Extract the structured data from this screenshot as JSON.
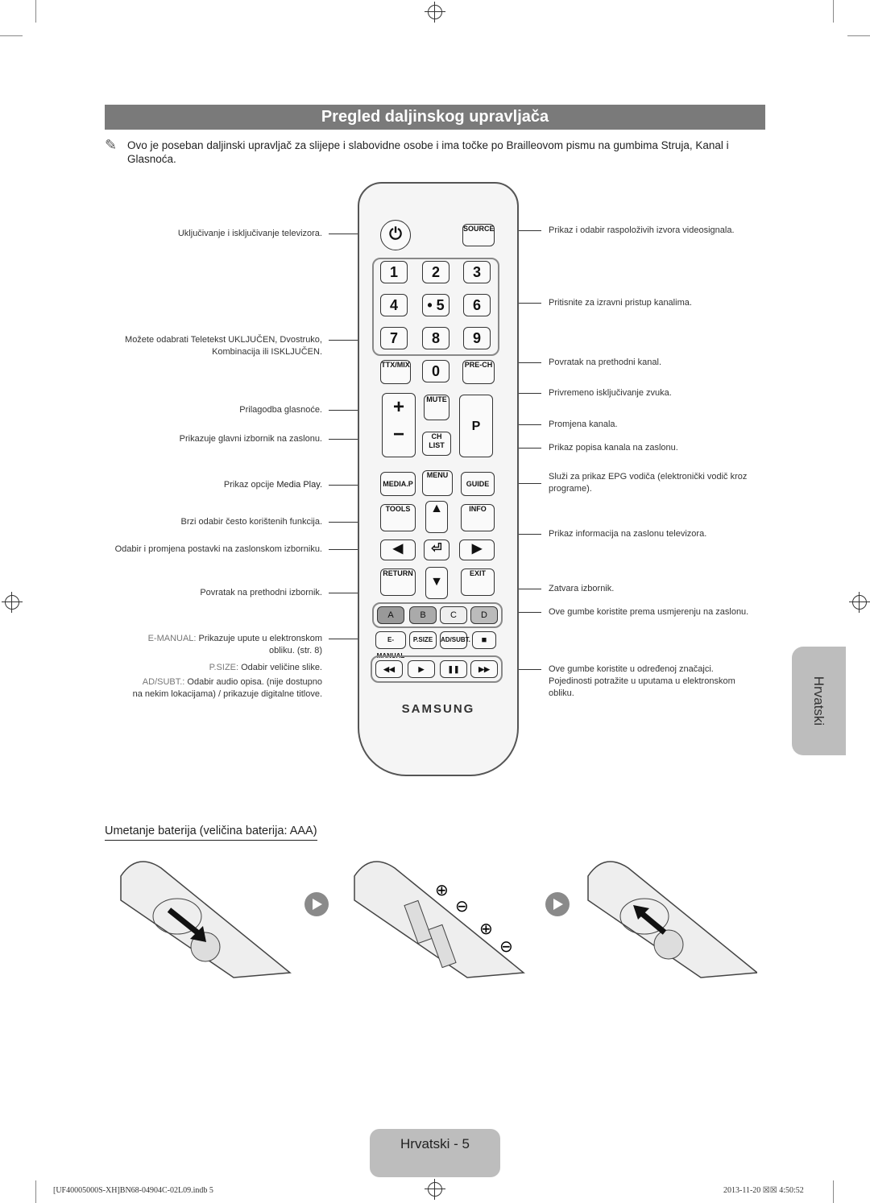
{
  "title": "Pregled daljinskog upravljača",
  "note": "Ovo je poseban daljinski upravljač za slijepe i slabovidne osobe i ima točke po Brailleovom pismu na gumbima Struja, Kanal i Glasnoća.",
  "left_labels": {
    "power": "Uključivanje i isključivanje televizora.",
    "teletext_1": "Možete odabrati Teletekst UKLJUČEN, Dvostruko,",
    "teletext_2": "Kombinacija ili ISKLJUČEN.",
    "volume": "Prilagodba glasnoće.",
    "menu": "Prikazuje glavni izbornik na zaslonu.",
    "media_prefix": "Prikaz opcije ",
    "media_name": "Media Play",
    "media_suffix": ".",
    "tools": "Brzi odabir često korištenih funkcija.",
    "navigate": "Odabir i promjena postavki na zaslonskom izborniku.",
    "return": "Povratak na prethodni izbornik.",
    "emanual_key": "E-MANUAL:",
    "emanual_text": " Prikazuje upute u elektronskom",
    "emanual_text2": "obliku. (str. 8)",
    "psize_key": "P.SIZE:",
    "psize_text": " Odabir veličine slike.",
    "adsubt_key": "AD/SUBT.:",
    "adsubt_text": " Odabir audio opisa. (nije dostupno",
    "adsubt_text2": "na nekim lokacijama) / prikazuje digitalne titlove."
  },
  "right_labels": {
    "source": "Prikaz i odabir raspoloživih izvora videosignala.",
    "numbers": "Pritisnite za izravni pristup kanalima.",
    "prech": "Povratak na prethodni kanal.",
    "mute": "Privremeno isključivanje zvuka.",
    "channel": "Promjena kanala.",
    "chlist": "Prikaz popisa kanala na zaslonu.",
    "guide_1": "Služi za prikaz EPG vodiča (elektronički vodič kroz",
    "guide_2": "programe).",
    "info": "Prikaz informacija na zaslonu televizora.",
    "exit": "Zatvara izbornik.",
    "colors": "Ove gumbe koristite prema usmjerenju na zaslonu.",
    "playback_1": "Ove gumbe koristite u određenoj značajci.",
    "playback_2": "Pojedinosti potražite u uputama u elektronskom",
    "playback_3": "obliku."
  },
  "remote": {
    "source": "SOURCE",
    "digits": [
      "1",
      "2",
      "3",
      "4",
      "• 5",
      "6",
      "7",
      "8",
      "9"
    ],
    "ttx": "TTX/MIX",
    "zero": "0",
    "prech": "PRE-CH",
    "mute": "MUTE",
    "chlist": "CH LIST",
    "p": "P",
    "vol_plus": "+",
    "vol_minus": "−",
    "mediap": "MEDIA.P",
    "menu": "MENU",
    "guide": "GUIDE",
    "tools": "TOOLS",
    "info": "INFO",
    "return": "RETURN",
    "exit": "EXIT",
    "colors": [
      "A",
      "B",
      "C",
      "D"
    ],
    "emanual": "E-MANUAL",
    "psize": "P.SIZE",
    "adsubt": "AD/SUBT.",
    "stop": "■",
    "playback": [
      "◀◀",
      "▶",
      "❚❚",
      "▶▶"
    ],
    "brand": "SAMSUNG"
  },
  "side_tab": "Hrvatski",
  "battery_heading": "Umetanje baterija (veličina baterija: AAA)",
  "footer_page": "Hrvatski - 5",
  "footer_file": "[UF40005000S-XH]BN68-04904C-02L09.indb   5",
  "footer_date": "2013-11-20   ☒☒ 4:50:52"
}
